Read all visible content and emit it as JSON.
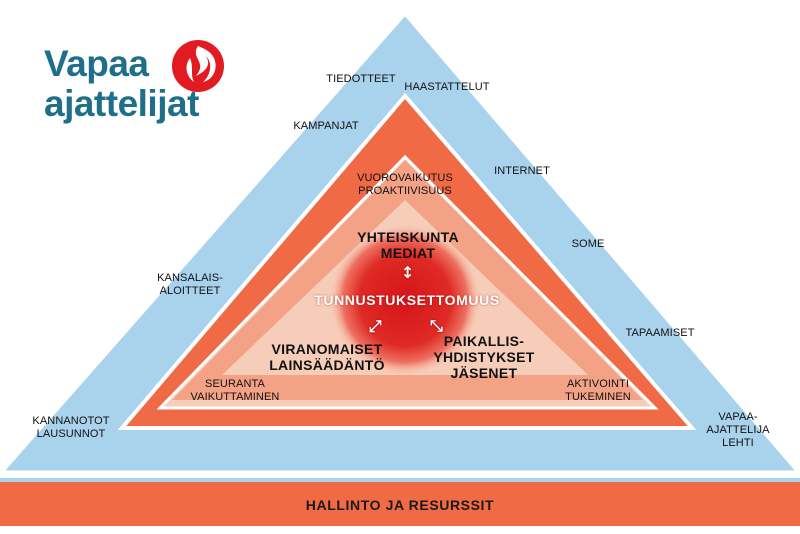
{
  "logo": {
    "line1": "Vapaa",
    "line2": "ajattelijat",
    "flame_icon": "flame-icon"
  },
  "colors": {
    "blue": "#a9d2ec",
    "orange": "#ef6a45",
    "peach": "#f6cdb8",
    "red_core": "#d7141a",
    "brand_teal": "#1f6f8b"
  },
  "outer_labels": {
    "tiedotteet": "TIEDOTTEET",
    "haastattelut": "HAASTATTELUT",
    "kampanjat": "KAMPANJAT",
    "internet": "INTERNET",
    "some": "SOME",
    "kansalais_1": "KANSALAIS-",
    "kansalais_2": "ALOITTEET",
    "tapaamiset": "TAPAAMISET",
    "kannanotot_1": "KANNANOTOT",
    "kannanotot_2": "LAUSUNNOT",
    "lehti_1": "VAPAA-",
    "lehti_2": "AJATTELIJA",
    "lehti_3": "LEHTI"
  },
  "middle_labels": {
    "vuoro_1": "VUOROVAIKUTUS",
    "vuoro_2": "PROAKTIIVISUUS",
    "seuranta_1": "SEURANTA",
    "seuranta_2": "VAIKUTTAMINEN",
    "aktivointi_1": "AKTIVOINTI",
    "aktivointi_2": "TUKEMINEN"
  },
  "inner_labels": {
    "yhteiskunta_1": "YHTEISKUNTA",
    "yhteiskunta_2": "MEDIAT",
    "center": "TUNNUSTUKSETTOMUUS",
    "viranomaiset_1": "VIRANOMAISET",
    "viranomaiset_2": "LAINSÄÄDÄNTÖ",
    "paikallis_1": "PAIKALLIS-",
    "paikallis_2": "YHDISTYKSET",
    "paikallis_3": "JÄSENET"
  },
  "arrows": {
    "vertical": "↕",
    "diag_left": "⤡",
    "diag_right": "⤡"
  },
  "footer": {
    "label": "HALLINTO JA RESURSSIT"
  }
}
